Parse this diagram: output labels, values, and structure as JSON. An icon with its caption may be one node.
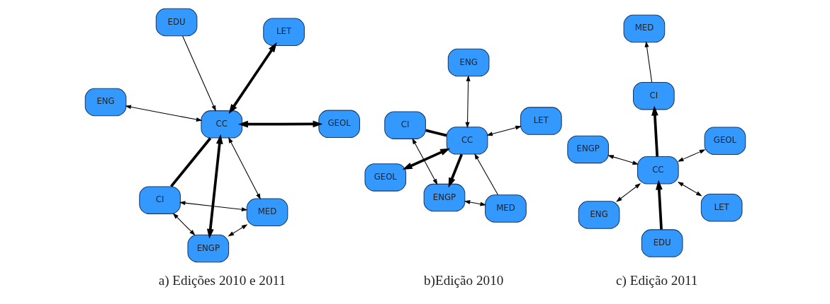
{
  "diagram": {
    "nodes": [
      {
        "text": [
          "CC"
        ]
      },
      {
        "text": [
          "GEOL"
        ]
      },
      {
        "text": [
          "ENGP"
        ]
      },
      {
        "text": [
          "CI"
        ]
      },
      {
        "text": [
          "LET"
        ]
      },
      {
        "text": [
          "EDU"
        ]
      },
      {
        "text": [
          "ENG"
        ]
      },
      {
        "text": [
          "MED"
        ]
      },
      {
        "text": [
          "CI"
        ]
      },
      {
        "text": [
          "LET"
        ]
      },
      {
        "text": [
          "ENGP"
        ]
      },
      {
        "text": [
          "CC"
        ]
      },
      {
        "text": [
          "ENG"
        ]
      },
      {
        "text": [
          "MED"
        ]
      },
      {
        "text": [
          "GEOL"
        ]
      },
      {
        "text": [
          "ENGP"
        ]
      },
      {
        "text": [
          "GEOL"
        ]
      },
      {
        "text": [
          "EDU"
        ]
      },
      {
        "text": [
          "CC"
        ]
      },
      {
        "text": [
          "CI"
        ]
      },
      {
        "text": [
          "MED"
        ]
      },
      {
        "text": [
          "ENG"
        ]
      },
      {
        "text": [
          "LET"
        ]
      }
    ],
    "edges": [
      {
        "from": 0,
        "to": 1,
        "arrow": "both",
        "style": "thick"
      },
      {
        "from": 0,
        "to": 2,
        "arrow": "both",
        "style": "thick"
      },
      {
        "from": 0,
        "to": 3,
        "arrow": "none",
        "style": "thick"
      },
      {
        "from": 0,
        "to": 4,
        "arrow": "both",
        "style": "thick"
      },
      {
        "from": 5,
        "to": 0,
        "arrow": "to"
      },
      {
        "from": 0,
        "to": 6,
        "arrow": "both"
      },
      {
        "from": 0,
        "to": 7,
        "arrow": "both"
      },
      {
        "from": 2,
        "to": 3,
        "arrow": "both"
      },
      {
        "from": 2,
        "to": 7,
        "arrow": "both"
      },
      {
        "from": 3,
        "to": 7,
        "arrow": "both"
      },
      {
        "from": 10,
        "to": 8,
        "arrow": "both"
      },
      {
        "from": 8,
        "to": 11,
        "arrow": "none",
        "style": "thick"
      },
      {
        "from": 9,
        "to": 11,
        "arrow": "both"
      },
      {
        "from": 11,
        "to": 10,
        "arrow": "to",
        "style": "thick"
      },
      {
        "from": 11,
        "to": 12,
        "arrow": "both"
      },
      {
        "from": 10,
        "to": 13,
        "arrow": "both"
      },
      {
        "from": 13,
        "to": 11,
        "arrow": "to"
      },
      {
        "from": 11,
        "to": 14,
        "arrow": "both",
        "style": "thick"
      },
      {
        "from": 15,
        "to": 18,
        "arrow": "both"
      },
      {
        "from": 16,
        "to": 18,
        "arrow": "both"
      },
      {
        "from": 17,
        "to": 18,
        "arrow": "to",
        "style": "thick"
      },
      {
        "from": 18,
        "to": 19,
        "arrow": "to",
        "style": "thick"
      },
      {
        "from": 19,
        "to": 20,
        "arrow": "to"
      },
      {
        "from": 18,
        "to": 21,
        "arrow": "both"
      },
      {
        "from": 18,
        "to": 22,
        "arrow": "both"
      }
    ],
    "labels": [
      "a) Edições 2010 e 2011",
      "b)Edição 2010",
      "c) Edição 2011"
    ]
  }
}
